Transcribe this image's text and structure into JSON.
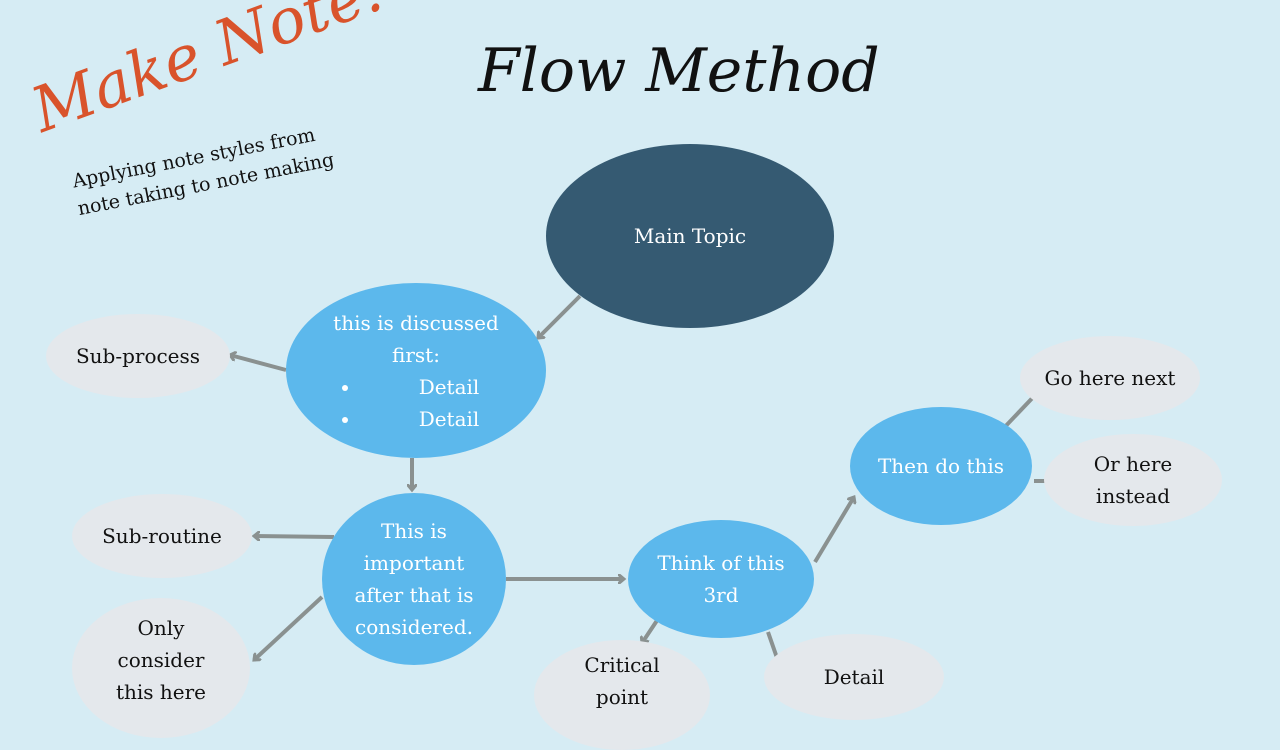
{
  "header": {
    "make_note": "Make Note:",
    "subtitle_line1": "Applying note styles from",
    "subtitle_line2": "note taking to note making",
    "title": "Flow Method"
  },
  "nodes": {
    "main_topic": "Main Topic",
    "first": {
      "line1": "this is discussed",
      "line2": "first:",
      "bullets": [
        "Detail",
        "Detail"
      ]
    },
    "sub_process": "Sub-process",
    "important": "This is\nimportant\nafter that is\nconsidered.",
    "sub_routine": "Sub-routine",
    "only_consider": "Only\nconsider\nthis here",
    "third": "Think of this\n3rd",
    "critical": "Critical\npoint",
    "detail": "Detail",
    "then_do": "Then do this",
    "go_next": "Go here next",
    "or_here": "Or here\ninstead"
  },
  "colors": {
    "background": "#d6ecf4",
    "main": "#355a72",
    "primary": "#5cb8ec",
    "secondary": "#e4e8ec",
    "accent": "#d9532b",
    "arrow": "#8a9190"
  }
}
